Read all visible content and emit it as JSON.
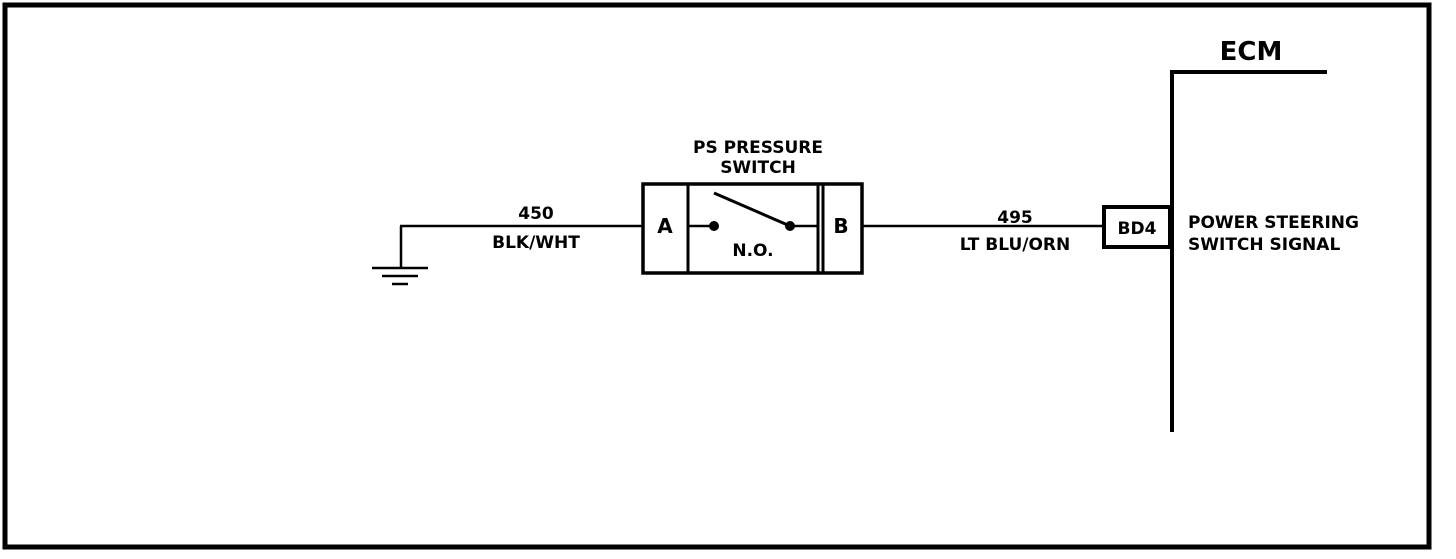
{
  "component": {
    "title_line1": "PS PRESSURE",
    "title_line2": "SWITCH",
    "pin_a": "A",
    "pin_b": "B",
    "contact_state": "N.O."
  },
  "wire_ground": {
    "circuit": "450",
    "color": "BLK/WHT"
  },
  "wire_signal": {
    "circuit": "495",
    "color": "LT BLU/ORN"
  },
  "ecm": {
    "title": "ECM",
    "terminal": "BD4",
    "signal_line1": "POWER STEERING",
    "signal_line2": "SWITCH SIGNAL"
  }
}
